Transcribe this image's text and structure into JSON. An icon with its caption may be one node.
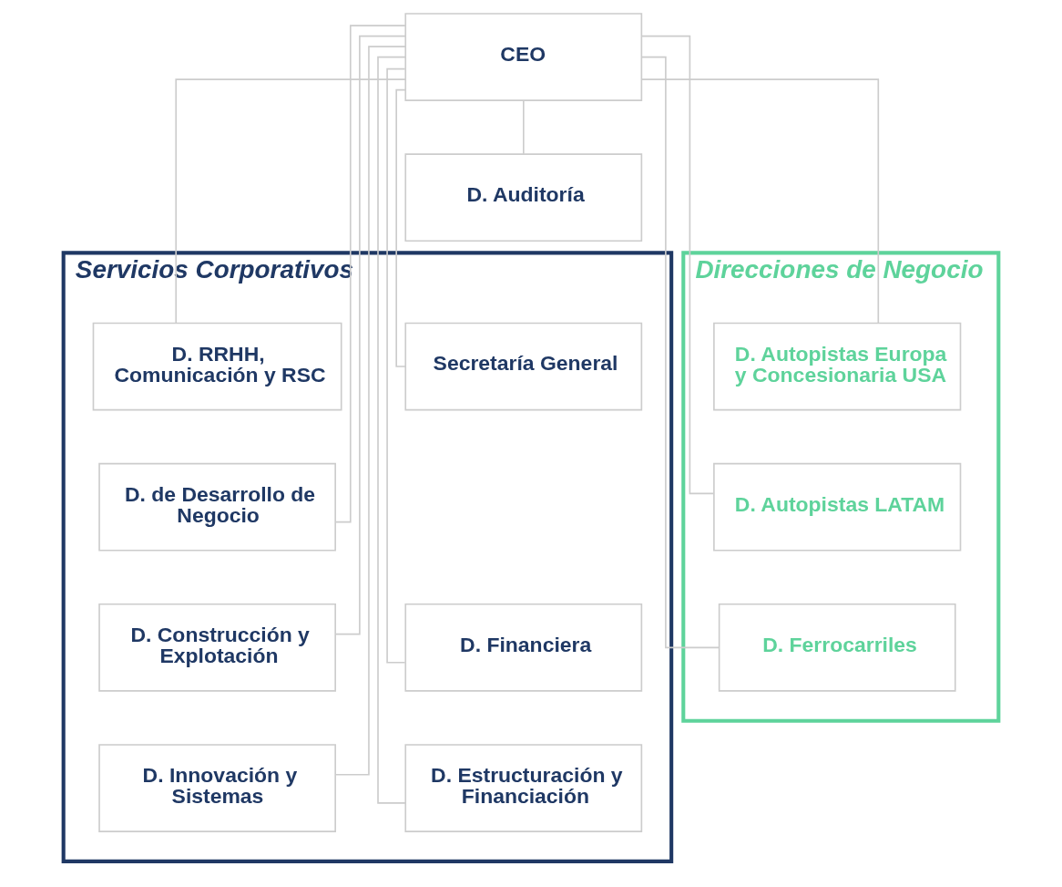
{
  "diagram": {
    "nodes": [
      {
        "text": [
          "CEO"
        ]
      },
      {
        "text": [
          "D. Auditoría"
        ]
      },
      {
        "text": [
          "Servicios Corporativos"
        ]
      },
      {
        "text": [
          "Secretaría General"
        ],
        "in": 2
      },
      {
        "text": [
          "D. RRHH, Comunicación y RSC"
        ],
        "in": 2
      },
      {
        "text": [
          "D. de Desarrollo de Negocio"
        ],
        "in": 2
      },
      {
        "text": [
          "D. Financiera"
        ],
        "in": 2
      },
      {
        "text": [
          "D. Construcción y Explotación"
        ],
        "in": 2
      },
      {
        "text": [
          "D. Estructuración y Financiación"
        ],
        "in": 2
      },
      {
        "text": [
          "D. Innovación y Sistemas"
        ],
        "in": 2
      },
      {
        "text": [
          "Direcciones de Negocio"
        ]
      },
      {
        "text": [
          "D. Autopistas Europa y Concesionaria USA"
        ],
        "in": 10
      },
      {
        "text": [
          "D. Autopistas LATAM"
        ],
        "in": 10
      },
      {
        "text": [
          "D. Ferrocarriles"
        ],
        "in": 10
      }
    ],
    "edges": [
      {
        "from": 0,
        "to": 1,
        "arrow": "none"
      },
      {
        "from": 0,
        "to": 3,
        "arrow": "none"
      },
      {
        "from": 0,
        "to": 4,
        "arrow": "none"
      },
      {
        "from": 0,
        "to": 5,
        "arrow": "none"
      },
      {
        "from": 0,
        "to": 6,
        "arrow": "none"
      },
      {
        "from": 0,
        "to": 7,
        "arrow": "none"
      },
      {
        "from": 0,
        "to": 8,
        "arrow": "none"
      },
      {
        "from": 0,
        "to": 9,
        "arrow": "none"
      },
      {
        "from": 0,
        "to": 11,
        "arrow": "none"
      },
      {
        "from": 0,
        "to": 12,
        "arrow": "none"
      },
      {
        "from": 0,
        "to": 13,
        "arrow": "none"
      }
    ]
  }
}
